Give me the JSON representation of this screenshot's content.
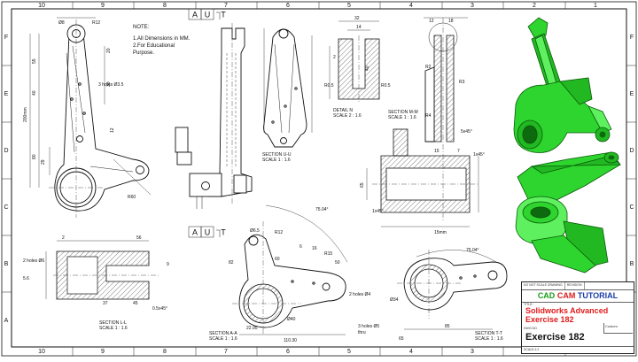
{
  "sheet": {
    "col_labels": [
      "10",
      "9",
      "8",
      "7",
      "6",
      "5",
      "4",
      "3",
      "2",
      "1"
    ],
    "row_labels": [
      "F",
      "E",
      "D",
      "C",
      "B",
      "A"
    ]
  },
  "notes": {
    "heading": "NOTE:",
    "line1": "1.All Dimensions in MM.",
    "line2": "2.For Educational",
    "line3": "Purpose."
  },
  "views": {
    "aut_top": [
      "A",
      "U",
      "T"
    ],
    "aut_mid": [
      "A",
      "U",
      "T"
    ],
    "section_uu": {
      "name": "SECTION U-U",
      "scale": "SCALE 1 : 1.6"
    },
    "detail_n": {
      "name": "DETAIL N",
      "scale": "SCALE 2 : 1.6"
    },
    "section_mm": {
      "name": "SECTION M-M",
      "scale": "SCALE 1 : 1.6"
    },
    "section_ll": {
      "name": "SECTION L-L",
      "scale": "SCALE 1 : 1.6"
    },
    "section_aa": {
      "name": "SECTION A-A",
      "scale": "SCALE 1 : 1.6"
    },
    "section_tt": {
      "name": "SECTION T-T",
      "scale": "SCALE 1 : 1.6"
    }
  },
  "dims": {
    "d8": "Ø8",
    "r12": "R12",
    "len55": "55",
    "len20": "20",
    "len40": "40",
    "len30": "30",
    "len200": "200mm",
    "len80": "80",
    "r55": "R5.5",
    "holes35": "3 holes Ø3.5",
    "len29": "29",
    "len12": "12",
    "r60": "R60",
    "d32": "32",
    "d14": "14",
    "d2x": "2",
    "d40": "40",
    "r05a": "R0.5",
    "r05b": "R0.5",
    "d12": "12",
    "d18": "18",
    "r2": "R2",
    "r3": "R3",
    "r4": "R4",
    "len15": "15",
    "len7": "7",
    "c1": "1x45°",
    "c1b": "1x45°",
    "c5": "5x45°",
    "mm15": "15mm",
    "len65": "65",
    "len56": "56",
    "len2": "2",
    "holes6": "2 holes Ø6",
    "d56b": "5.6",
    "c05": "0.5x45°",
    "len45": "45",
    "len37": "37",
    "len9": "9",
    "ang75": "75.04°",
    "ang43": "75.04°",
    "len82": "82",
    "len60": "60",
    "r12b": "R12",
    "d65": "Ø6.5",
    "len6": "6",
    "len16": "16",
    "r15": "R15",
    "len50": "50",
    "d40b": "Ø40",
    "holes4": "2 holes Ø4",
    "len110": "110.30",
    "len2295": "22.95",
    "len85": "85",
    "d34": "Ø34",
    "holes3": "3 holes Ø5",
    "thru": "thru",
    "len65b": "65"
  },
  "title_block": {
    "meta": [
      "DO NOT SCALE DRAWING",
      "REVISION"
    ],
    "brand_cad": "CAD",
    "brand_cam": "CAM",
    "brand_tut": "TUTORIAL",
    "title_label": "TITLE:",
    "title": "Solidworks Advanced Exercise 182",
    "dwg_label": "DWG NO.",
    "rev": "Custom",
    "dwg": "Exercise 182",
    "scale": "SCALE:1:2"
  },
  "colors": {
    "model_green": "#2ed52e",
    "brand_green": "#19a019",
    "brand_red": "#e01b1b",
    "brand_blue": "#1a3ea8"
  }
}
